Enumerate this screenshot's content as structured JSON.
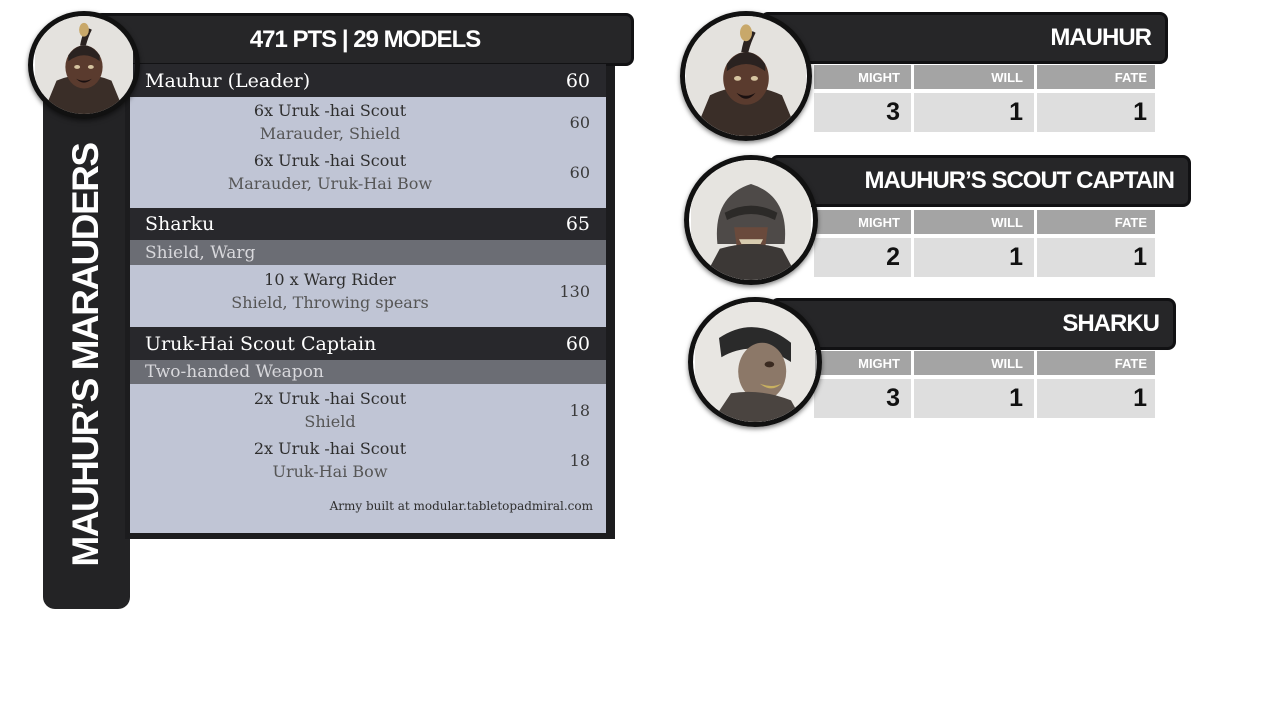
{
  "army": {
    "title": "MAUHUR’S MARAUDERS",
    "summary": "471 PTS | 29 MODELS",
    "footer": "Army built at modular.tabletopadmiral.com",
    "warbands": [
      {
        "leader": {
          "name": "Mauhur (Leader)",
          "points": "60"
        },
        "units": [
          {
            "name": "6x  Uruk -hai  Scout",
            "options": "Marauder, Shield",
            "points": "60"
          },
          {
            "name": "6x  Uruk -hai  Scout",
            "options": "Marauder, Uruk-Hai Bow",
            "points": "60"
          }
        ]
      },
      {
        "leader": {
          "name": "Sharku",
          "points": "65",
          "options": "Shield, Warg"
        },
        "units": [
          {
            "name": "10 x  Warg  Rider",
            "options": "Shield, Throwing spears",
            "points": "130"
          }
        ]
      },
      {
        "leader": {
          "name": "Uruk-Hai Scout Captain",
          "points": "60",
          "options": "Two-handed Weapon"
        },
        "units": [
          {
            "name": "2x  Uruk -hai  Scout",
            "options": "Shield",
            "points": "18"
          },
          {
            "name": "2x  Uruk -hai  Scout",
            "options": "Uruk-Hai Bow",
            "points": "18"
          }
        ]
      }
    ]
  },
  "profiles": [
    {
      "name": "MAUHUR",
      "stat_labels": [
        "MIGHT",
        "WILL",
        "FATE"
      ],
      "stats": [
        "3",
        "1",
        "1"
      ]
    },
    {
      "name": "MAUHUR’S SCOUT CAPTAIN",
      "stat_labels": [
        "MIGHT",
        "WILL",
        "FATE"
      ],
      "stats": [
        "2",
        "1",
        "1"
      ]
    },
    {
      "name": "SHARKU",
      "stat_labels": [
        "MIGHT",
        "WILL",
        "FATE"
      ],
      "stats": [
        "3",
        "1",
        "1"
      ]
    }
  ],
  "colors": {
    "dark_bar": "#262628",
    "roster_bg": "#c0c5d5",
    "option_bar": "#6b6d74",
    "stat_header": "#a4a4a4",
    "stat_value": "#dedede"
  }
}
